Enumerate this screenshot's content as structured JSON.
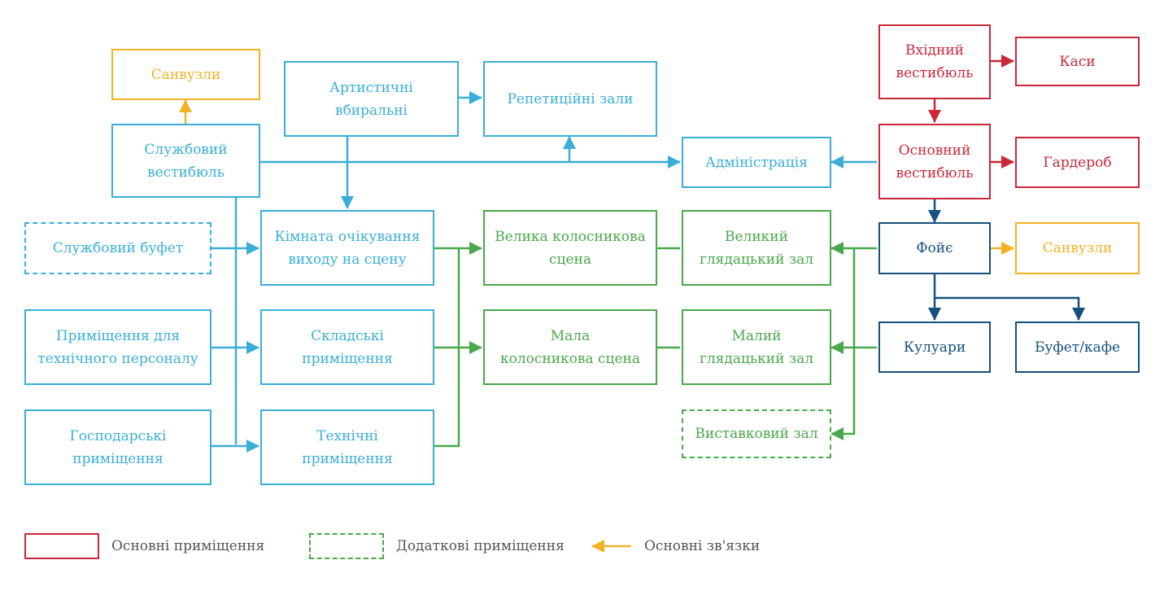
{
  "colors": {
    "main": "#c8283a",
    "service": "#3aaed8",
    "stage": "#4aa84a",
    "foyer": "#15507e",
    "sanitary": "#f2b224",
    "legend_text": "#555555"
  },
  "nodes": {
    "sanvuzly_service": "Санвузли",
    "sluzhbovyi_vestybiul": "Службовий\nвестибюль",
    "artystychni_vbyralni": "Артистичні\nвбиральні",
    "repetytsiini_zaly": "Репетиційні зали",
    "administratsiia": "Адміністрація",
    "vkhidnyi_vestybiul": "Вхідний\nвестибюль",
    "kasy": "Каси",
    "osnovnyi_vestybiul": "Основний\nвестибюль",
    "harderob": "Гардероб",
    "sluzhbovyi_bufet": "Службовий буфет",
    "kimnata_ochikuvannia": "Кімната очікування\nвиходу на сцену",
    "velyka_scena": "Велика колосникова\nсцена",
    "velykyi_zal": "Великий\nглядацький зал",
    "foie": "Фойє",
    "sanvuzly_foyer": "Санвузли",
    "prymishchennia_tekhn": "Приміщення для\nтехнічного персоналу",
    "skladski": "Складські\nприміщення",
    "mala_scena": "Мала\nколосникова сцена",
    "malyi_zal": "Малий\nглядацький зал",
    "kuluary": "Кулуари",
    "bufet_kafe": "Буфет/кафе",
    "hospodarski": "Господарські\nприміщення",
    "tekhnichni": "Технічні\nприміщення",
    "vystavkovyi_zal": "Виставковий зал"
  },
  "legend": {
    "main_rooms": "Основні приміщення",
    "additional_rooms": "Додаткові приміщення",
    "main_links": "Основні зв'язки"
  }
}
